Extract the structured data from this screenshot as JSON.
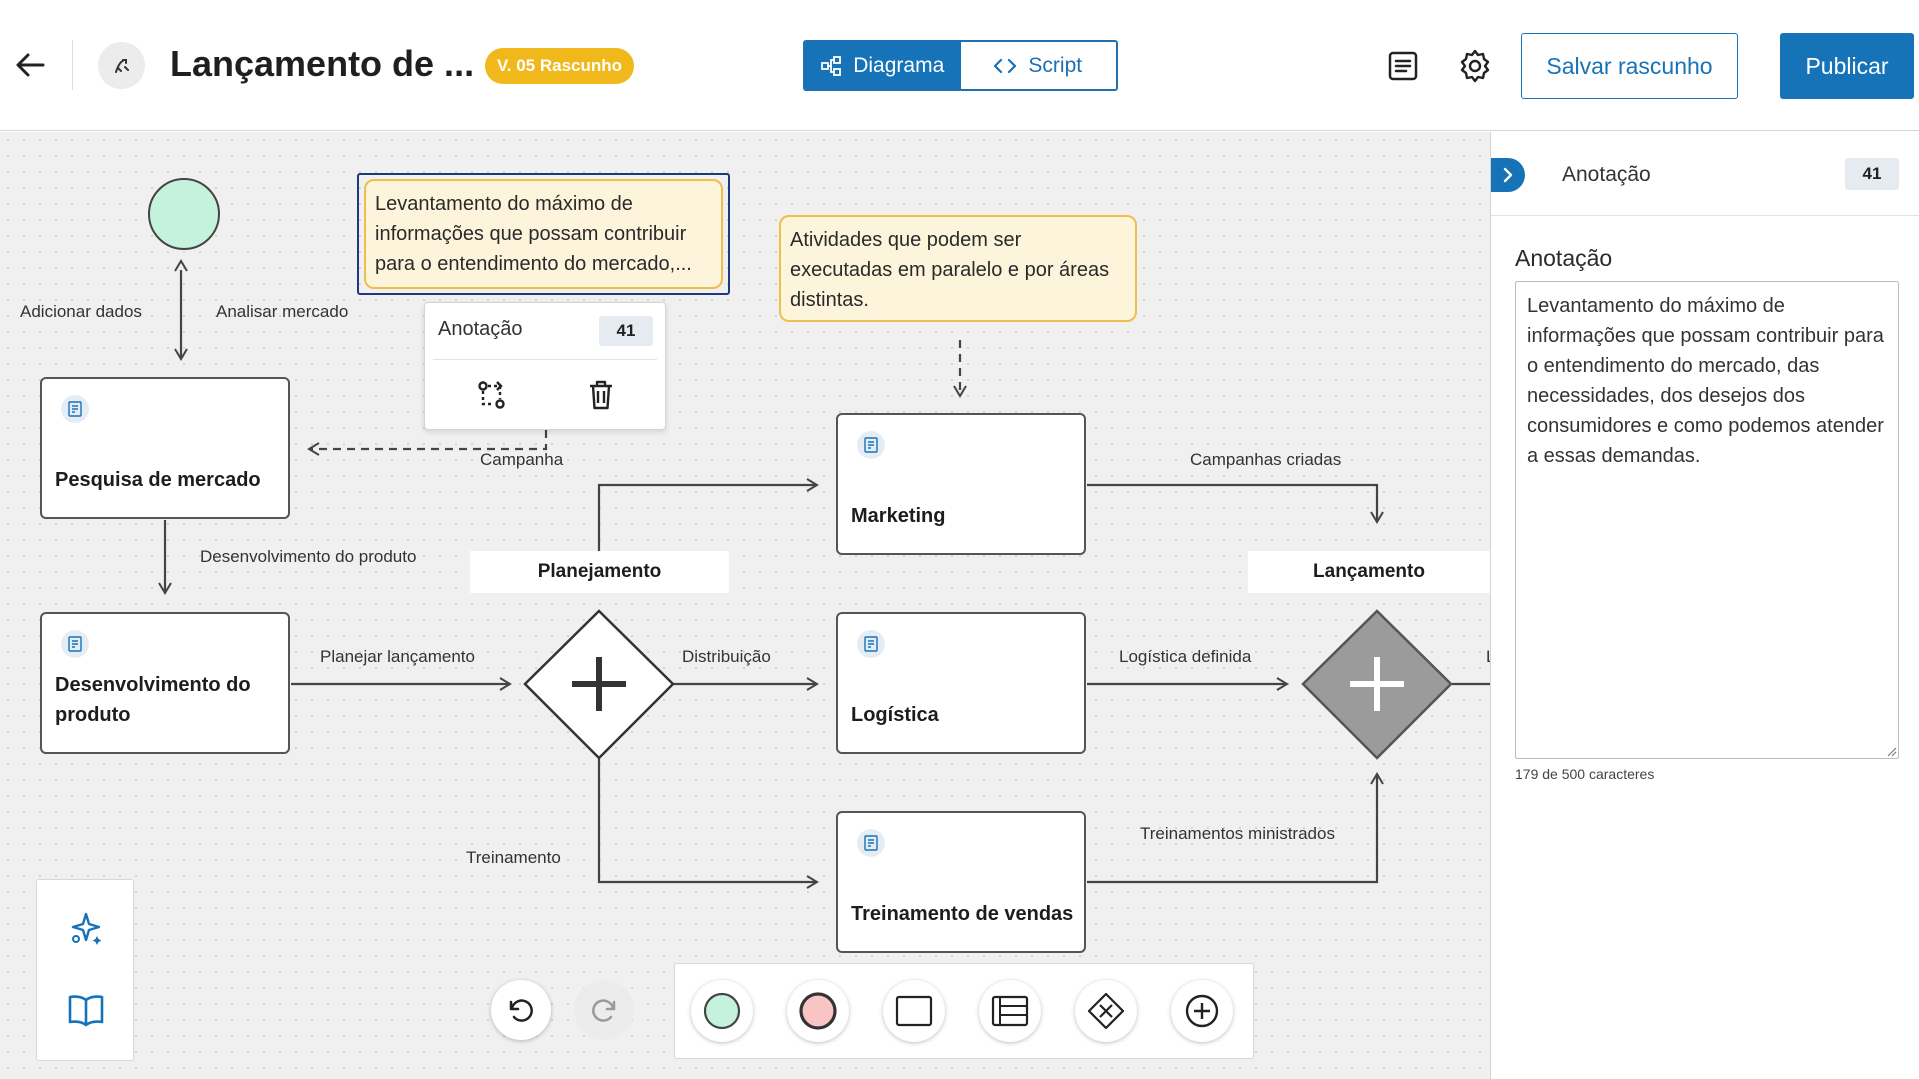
{
  "header": {
    "title": "Lançamento de ...",
    "version_badge": "V. 05 Rascunho",
    "view_tabs": [
      {
        "label": "Diagrama",
        "icon": "diagram-icon",
        "active": true
      },
      {
        "label": "Script",
        "icon": "code-icon",
        "active": false
      }
    ],
    "save_draft_label": "Salvar rascunho",
    "publish_label": "Publicar",
    "icons": [
      "back-arrow-icon",
      "process-icon",
      "document-list-icon",
      "gear-icon"
    ]
  },
  "diagram": {
    "start_event": {
      "color": "#c4f2dc"
    },
    "tasks": [
      {
        "label": "Pesquisa de mercado",
        "icon": "task-form-icon"
      },
      {
        "label": "Desenvolvimento do produto",
        "icon": "task-form-icon"
      },
      {
        "label": "Marketing",
        "icon": "task-form-icon"
      },
      {
        "label": "Logística",
        "icon": "task-form-icon"
      },
      {
        "label": "Treinamento de vendas",
        "icon": "task-form-icon"
      }
    ],
    "gateways": [
      {
        "label": "Planejamento",
        "type": "parallel",
        "fill": "#ffffff"
      },
      {
        "label": "Lançamento",
        "type": "parallel",
        "fill": "#9b9b9b"
      }
    ],
    "edge_labels": {
      "add_data": "Adicionar dados",
      "analyze_market": "Analisar mercado",
      "campaign": "Campanha",
      "product_dev": "Desenvolvimento do produto",
      "plan_launch": "Planejar lançamento",
      "distribution": "Distribuição",
      "training": "Treinamento",
      "campaigns_created": "Campanhas criadas",
      "logistics_defined": "Logística definida",
      "trainings_delivered": "Treinamentos ministrados",
      "cut_label": "L"
    },
    "annotations": [
      {
        "text": "Levantamento do máximo de informações que possam contribuir para o entendimento do mercado,...",
        "selected": true
      },
      {
        "text": "Atividades que podem ser executadas em paralelo e por áreas distintas.",
        "selected": false
      }
    ],
    "popover": {
      "title": "Anotação",
      "count": "41",
      "actions": [
        "connect-icon",
        "trash-icon"
      ]
    }
  },
  "tools": {
    "side": [
      "ai-sparkle-icon",
      "book-icon"
    ],
    "history": [
      "undo-icon",
      "redo-icon"
    ],
    "palette": [
      "start-event-icon",
      "end-event-icon",
      "task-icon",
      "pool-icon",
      "gateway-icon",
      "add-icon"
    ],
    "palette_colors": {
      "start": "#c4f2dc",
      "end": "#f8c4c4"
    }
  },
  "panel": {
    "header_title": "Anotação",
    "header_count": "41",
    "field_label": "Anotação",
    "field_value": "Levantamento do máximo de informações que possam contribuir para o entendimento do mercado, das necessidades, dos desejos dos consumidores e como podemos atender a essas demandas.",
    "char_count": "179 de 500 caracteres"
  },
  "colors": {
    "accent": "#1773b8",
    "badge": "#f1b81c",
    "annotation_border": "#f1bd4c",
    "selection": "#1d3a7a"
  }
}
